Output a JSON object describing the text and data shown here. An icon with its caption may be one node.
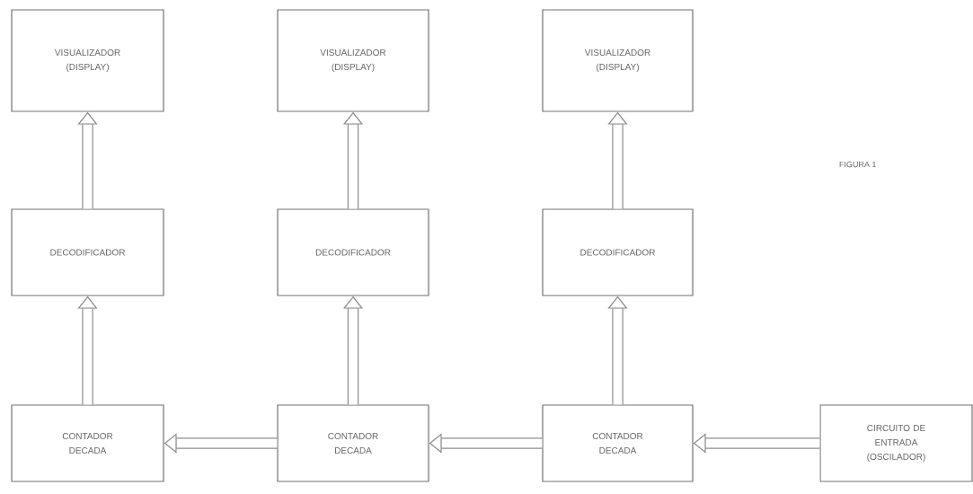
{
  "diagram": {
    "nodes": [
      {
        "text": [
          "VISUALIZADOR (DISPLAY)"
        ]
      },
      {
        "text": [
          "VISUALIZADOR (DISPLAY)"
        ]
      },
      {
        "text": [
          "VISUALIZADOR (DISPLAY)"
        ]
      },
      {
        "text": [
          "DECODIFICADOR"
        ]
      },
      {
        "text": [
          "DECODIFICADOR"
        ]
      },
      {
        "text": [
          "DECODIFICADOR"
        ]
      },
      {
        "text": [
          "CONTADOR DECADA"
        ]
      },
      {
        "text": [
          "CONTADOR DECADA"
        ]
      },
      {
        "text": [
          "CONTADOR DECADA"
        ]
      },
      {
        "text": [
          "CIRCUITO DE ENTRADA (OSCILADOR)"
        ]
      }
    ],
    "edges": [
      {
        "from": 3,
        "to": 0,
        "arrow": "to"
      },
      {
        "from": 4,
        "to": 1,
        "arrow": "to"
      },
      {
        "from": 5,
        "to": 2,
        "arrow": "to"
      },
      {
        "from": 6,
        "to": 3,
        "arrow": "to"
      },
      {
        "from": 7,
        "to": 4,
        "arrow": "to"
      },
      {
        "from": 8,
        "to": 5,
        "arrow": "to"
      },
      {
        "from": 9,
        "to": 8,
        "arrow": "to"
      },
      {
        "from": 8,
        "to": 7,
        "arrow": "to"
      },
      {
        "from": 7,
        "to": 6,
        "arrow": "to"
      }
    ],
    "labels": [
      "FIGURA 1"
    ]
  }
}
